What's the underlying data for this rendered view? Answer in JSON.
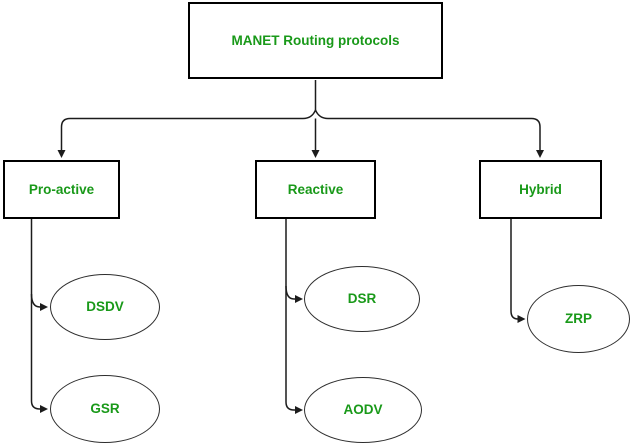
{
  "title": "MANET Routing protocols",
  "branches": [
    {
      "label": "Pro-active",
      "protocols": [
        "DSDV",
        "GSR"
      ]
    },
    {
      "label": "Reactive",
      "protocols": [
        "DSR",
        "AODV"
      ]
    },
    {
      "label": "Hybrid",
      "protocols": [
        "ZRP"
      ]
    }
  ],
  "colors": {
    "text_green": "#199919",
    "line": "#1c1c1c",
    "background": "#ffffff"
  }
}
